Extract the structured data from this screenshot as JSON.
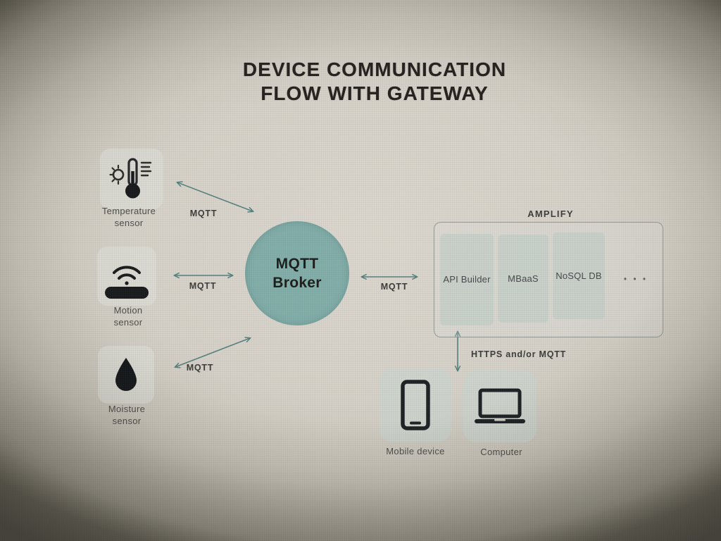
{
  "title": {
    "line1": "DEVICE COMMUNICATION",
    "line2": "FLOW WITH GATEWAY"
  },
  "sensors": [
    {
      "id": "temperature-sensor",
      "icon": "thermometer-sun-icon",
      "label": [
        "Temperature",
        "sensor"
      ]
    },
    {
      "id": "motion-sensor",
      "icon": "wifi-motion-icon",
      "label": [
        "Motion",
        "sensor"
      ]
    },
    {
      "id": "moisture-sensor",
      "icon": "water-drop-icon",
      "label": [
        "Moisture",
        "sensor"
      ]
    }
  ],
  "broker": {
    "label": [
      "MQTT",
      "Broker"
    ]
  },
  "connections": [
    {
      "from": "temperature-sensor",
      "to": "mqtt-broker",
      "label": "MQTT",
      "bidirectional": true
    },
    {
      "from": "motion-sensor",
      "to": "mqtt-broker",
      "label": "MQTT",
      "bidirectional": true
    },
    {
      "from": "moisture-sensor",
      "to": "mqtt-broker",
      "label": "MQTT",
      "bidirectional": true
    },
    {
      "from": "mqtt-broker",
      "to": "amplify",
      "label": "MQTT",
      "bidirectional": true
    },
    {
      "from": "amplify",
      "to": "client-devices",
      "label": "HTTPS and/or MQTT",
      "bidirectional": true
    }
  ],
  "amplify": {
    "title": "AMPLIFY",
    "modules": [
      {
        "label": "API Builder"
      },
      {
        "label": "MBaaS"
      },
      {
        "label": "NoSQL DB"
      }
    ],
    "more": "• • •"
  },
  "devices": [
    {
      "id": "mobile-device",
      "icon": "smartphone-icon",
      "label": "Mobile device"
    },
    {
      "id": "computer",
      "icon": "laptop-icon",
      "label": "Computer"
    }
  ],
  "colors": {
    "broker_fill": "#82aeaa",
    "arrow": "#55807e",
    "title_text": "#23201d",
    "module_fill": "#bbccc7"
  }
}
